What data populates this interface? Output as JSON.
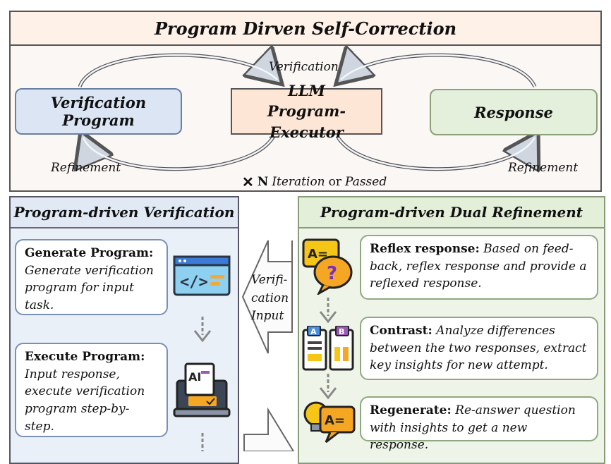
{
  "title": "Program Dirven Self-Correction",
  "top": {
    "verification_program": "Verification Program",
    "llm_line1": "LLM",
    "llm_line2": "Program-Executor",
    "response": "Response",
    "verification_label": "Verification",
    "refinement_left": "Refinement",
    "refinement_right": "Refinement",
    "stop_n": "N",
    "stop_iteration": "Iteration",
    "stop_or": "or",
    "stop_passed": "Passed"
  },
  "left_panel": {
    "title": "Program-driven Verification",
    "generate_title": "Generate Program:",
    "generate_text": "Generate verification program for input task.",
    "execute_title": "Execute Program:",
    "execute_text": "Input response, execute verification program step-by-step."
  },
  "middle": {
    "arrow_line1": "Verifi-",
    "arrow_line2": "cation",
    "arrow_line3": "Input"
  },
  "right_panel": {
    "title": "Program-driven Dual Refinement",
    "reflex_title": "Reflex response:",
    "reflex_text": "Based on feed-back, reflex response and provide a reflexed response.",
    "contrast_title": "Contrast:",
    "contrast_text": "Analyze differences between the two responses, extract key insights for new attempt.",
    "regen_title": "Regenerate:",
    "regen_text": "Re-answer question with insights to get a new response."
  },
  "icons": {
    "code": "code-window-icon",
    "ai_laptop": "ai-laptop-icon",
    "question_chat": "question-chat-icon",
    "compare_docs": "compare-ab-icon",
    "idea_chat": "lightbulb-chat-icon"
  }
}
